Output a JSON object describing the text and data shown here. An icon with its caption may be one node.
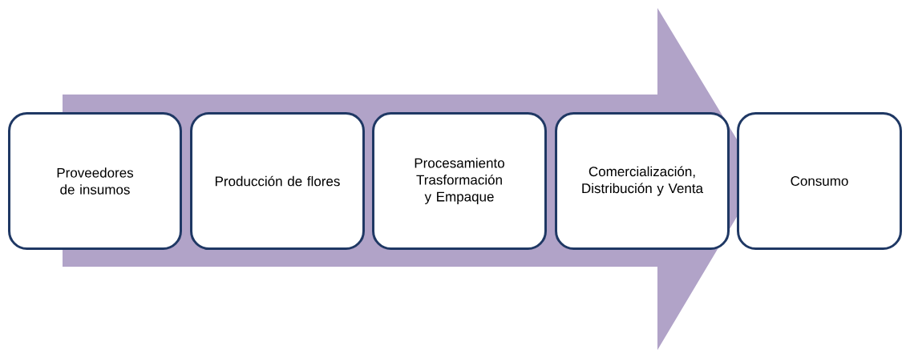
{
  "diagram": {
    "nodes": [
      {
        "text": [
          "Proveedores de insumos"
        ]
      },
      {
        "text": [
          "Producción de flores"
        ]
      },
      {
        "text": [
          "Procesamiento Trasformación y Empaque"
        ]
      },
      {
        "text": [
          "Comercialización, Distribución y Venta"
        ]
      },
      {
        "text": [
          "Consumo"
        ]
      }
    ]
  }
}
